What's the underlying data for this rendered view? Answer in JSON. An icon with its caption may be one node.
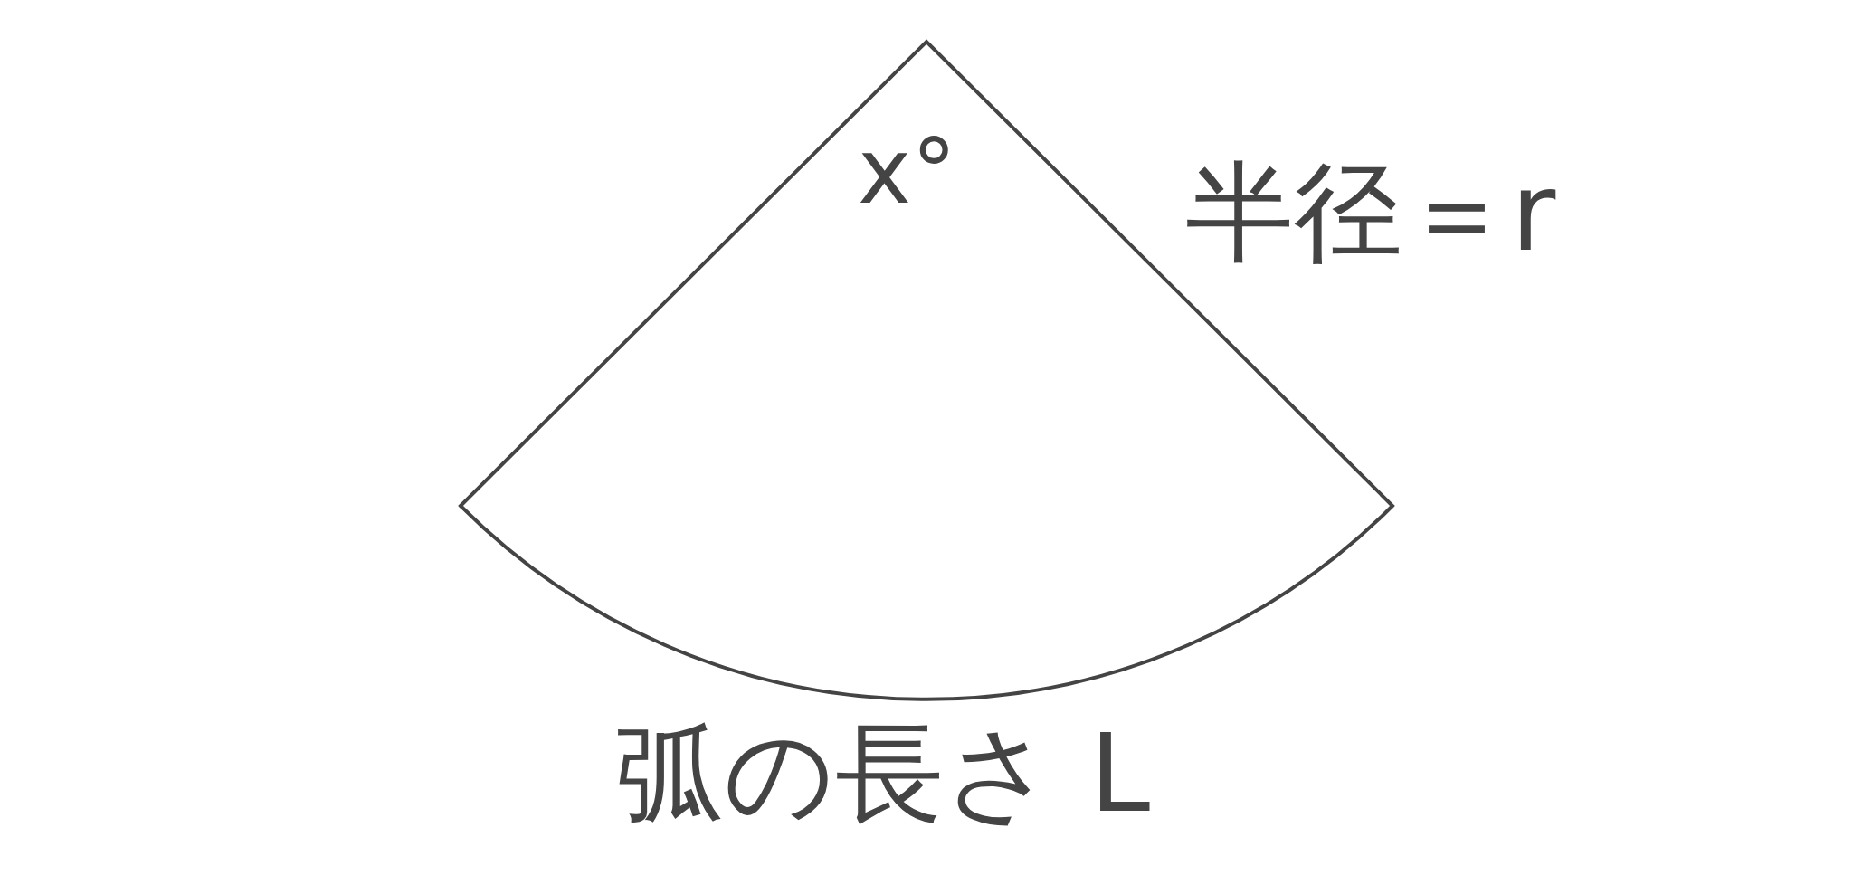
{
  "diagram": {
    "labels": [
      "x°",
      "半径＝r",
      "弧の長さ L"
    ]
  }
}
